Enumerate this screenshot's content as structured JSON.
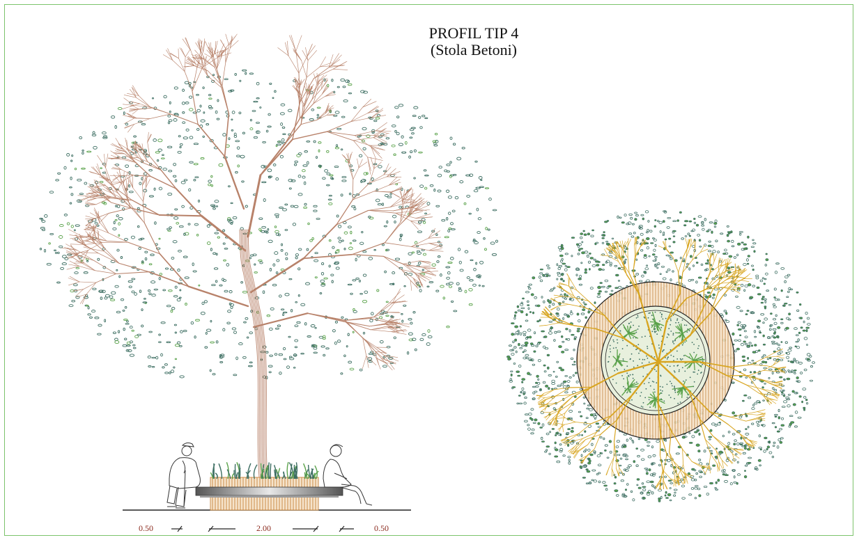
{
  "drawing": {
    "title_line1": "PROFIL TIP 4",
    "title_line2": "(Stola Betoni)",
    "dimension_left": "0.50",
    "dimension_center": "2.00",
    "dimension_right": "0.50"
  },
  "colors": {
    "branch_elevation": "#b8826a",
    "foliage_dots": "#3d6e62",
    "foliage_green": "#5aa24a",
    "branch_plan": "#d8a520",
    "planter_hatch": "#c98b48",
    "dimension_text": "#8b2b1f",
    "frame": "#7cc36b"
  }
}
